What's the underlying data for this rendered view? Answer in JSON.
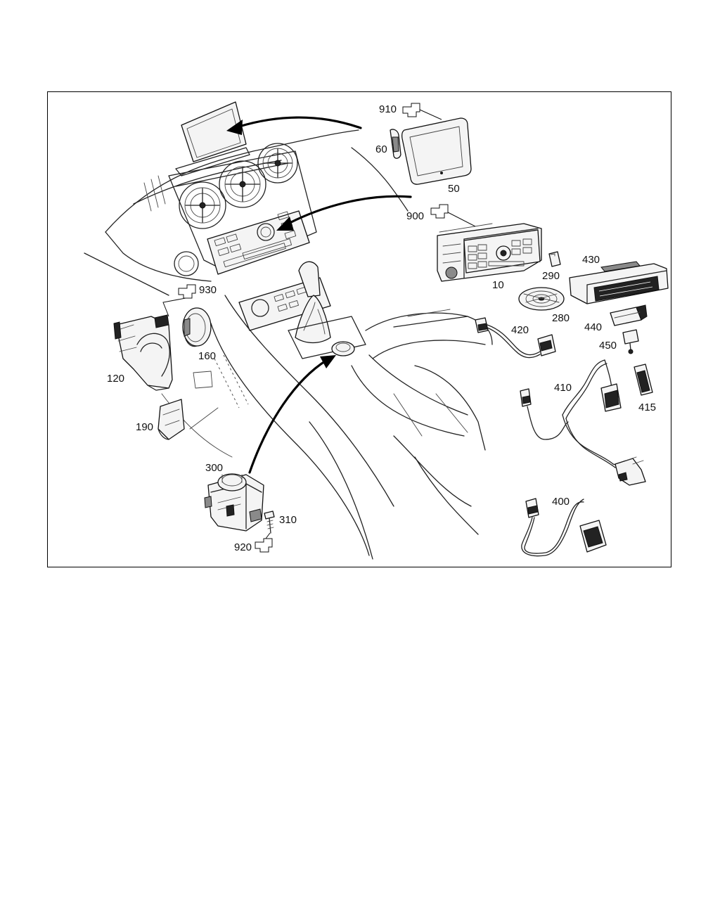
{
  "callouts": {
    "p910": "910",
    "p60": "60",
    "p50": "50",
    "p900": "900",
    "p10": "10",
    "p290": "290",
    "p430": "430",
    "p280": "280",
    "p930": "930",
    "p160": "160",
    "p120": "120",
    "p190": "190",
    "p420": "420",
    "p440": "440",
    "p450": "450",
    "p410": "410",
    "p415": "415",
    "p300": "300",
    "p310": "310",
    "p920": "920",
    "p400": "400"
  }
}
